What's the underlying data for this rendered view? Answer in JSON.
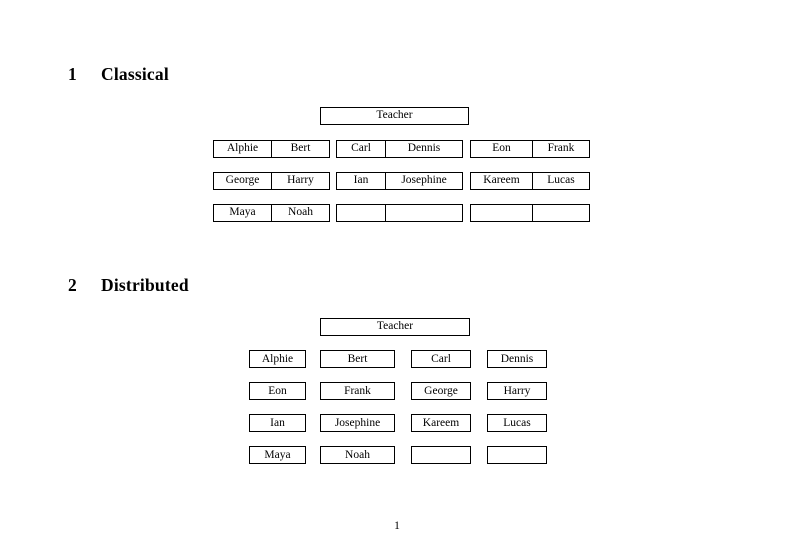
{
  "document": {
    "page_number": "1"
  },
  "sections": [
    {
      "number": "1",
      "title": "Classical",
      "teacher_label": "Teacher",
      "groups": [
        {
          "name": "group-1",
          "rows": [
            [
              "Alphie",
              "Bert"
            ],
            [
              "George",
              "Harry"
            ],
            [
              "Maya",
              "Noah"
            ]
          ]
        },
        {
          "name": "group-2",
          "rows": [
            [
              "Carl",
              "Dennis"
            ],
            [
              "Ian",
              "Josephine"
            ],
            [
              "",
              ""
            ]
          ]
        },
        {
          "name": "group-3",
          "rows": [
            [
              "Eon",
              "Frank"
            ],
            [
              "Kareem",
              "Lucas"
            ],
            [
              "",
              ""
            ]
          ]
        }
      ]
    },
    {
      "number": "2",
      "title": "Distributed",
      "teacher_label": "Teacher",
      "grid": [
        [
          "Alphie",
          "Bert",
          "Carl",
          "Dennis"
        ],
        [
          "Eon",
          "Frank",
          "George",
          "Harry"
        ],
        [
          "Ian",
          "Josephine",
          "Kareem",
          "Lucas"
        ],
        [
          "Maya",
          "Noah",
          "",
          ""
        ]
      ]
    }
  ]
}
